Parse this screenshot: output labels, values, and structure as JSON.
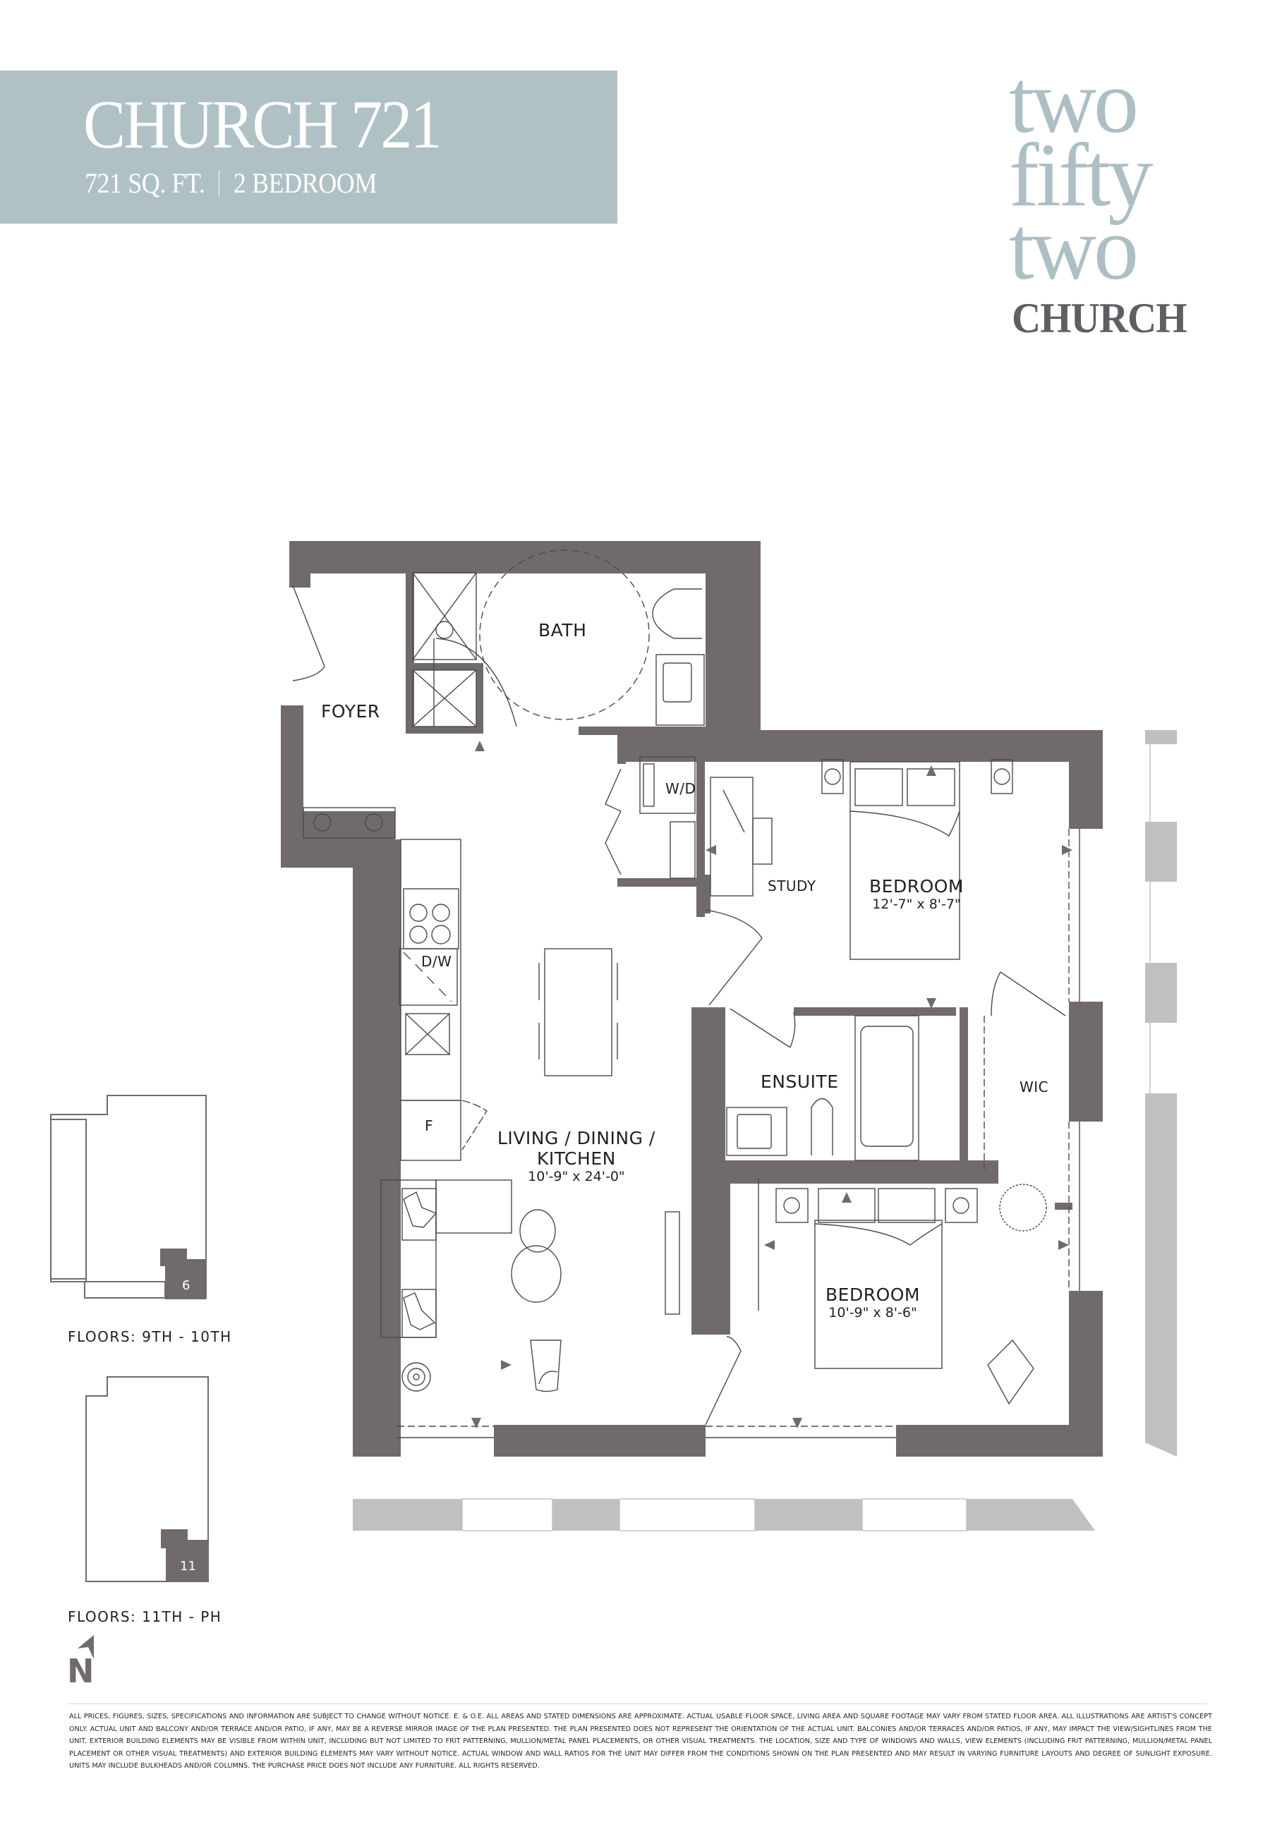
{
  "header": {
    "unit_name": "CHURCH 721",
    "area": "721 SQ. FT.",
    "bedrooms": "2 BEDROOM"
  },
  "logo": {
    "line1": "two",
    "line2": "fifty",
    "line3": "two",
    "line4": "CHURCH"
  },
  "colors": {
    "banner": "#b0c1c6",
    "logo_light": "#adbfc5",
    "logo_dark": "#5e5f62",
    "wall": "#706b6a",
    "elevation": "#c0c0c0"
  },
  "rooms": {
    "foyer": {
      "label": "FOYER"
    },
    "bath": {
      "label": "BATH"
    },
    "wd": {
      "label": "W/D"
    },
    "study": {
      "label": "STUDY"
    },
    "bedroom1": {
      "label": "BEDROOM",
      "dims": "12'-7\" x 8'-7\""
    },
    "dw": {
      "label": "D/W"
    },
    "fridge": {
      "label": "F"
    },
    "ensuite": {
      "label": "ENSUITE"
    },
    "wic": {
      "label": "WIC"
    },
    "living": {
      "label_line1": "LIVING / DINING /",
      "label_line2": "KITCHEN",
      "dims": "10'-9\" x 24'-0\""
    },
    "bedroom2": {
      "label": "BEDROOM",
      "dims": "10'-9\" x 8'-6\""
    }
  },
  "keyplans": [
    {
      "unit_number": "6",
      "label": "FLOORS: 9TH - 10TH"
    },
    {
      "unit_number": "11",
      "label": "FLOORS: 11TH - PH"
    }
  ],
  "north_label": "N",
  "disclaimer": "ALL PRICES, FIGURES, SIZES, SPECIFICATIONS AND INFORMATION ARE SUBJECT TO CHANGE WITHOUT NOTICE. E. & O.E. ALL AREAS AND STATED DIMENSIONS ARE APPROXIMATE. ACTUAL USABLE FLOOR SPACE, LIVING AREA AND SQUARE FOOTAGE MAY VARY FROM STATED FLOOR AREA. ALL ILLUSTRATIONS ARE ARTIST'S CONCEPT ONLY. ACTUAL UNIT AND BALCONY AND/OR TERRACE AND/OR PATIO, IF ANY, MAY BE A REVERSE MIRROR IMAGE OF THE PLAN PRESENTED. THE PLAN PRESENTED DOES NOT REPRESENT THE ORIENTATION OF THE ACTUAL UNIT. BALCONIES AND/OR TERRACES AND/OR PATIOS, IF ANY, MAY IMPACT THE VIEW/SIGHTLINES FROM THE UNIT. EXTERIOR BUILDING ELEMENTS MAY BE VISIBLE FROM WITHIN UNIT, INCLUDING BUT NOT LIMITED TO FRIT PATTERNING, MULLION/METAL PANEL PLACEMENTS, OR OTHER VISUAL TREATMENTS. THE LOCATION, SIZE AND TYPE OF WINDOWS AND WALLS, VIEW ELEMENTS (INCLUDING FRIT PATTERNING, MULLION/METAL PANEL PLACEMENT OR OTHER VISUAL TREATMENTS) AND EXTERIOR BUILDING ELEMENTS MAY VARY WITHOUT NOTICE. ACTUAL WINDOW AND WALL RATIOS FOR THE UNIT MAY DIFFER FROM THE CONDITIONS SHOWN ON THE PLAN PRESENTED AND MAY RESULT IN VARYING FURNITURE LAYOUTS AND DEGREE OF SUNLIGHT EXPOSURE. UNITS MAY INCLUDE BULKHEADS AND/OR COLUMNS. THE PURCHASE PRICE DOES NOT INCLUDE ANY FURNITURE. ALL RIGHTS RESERVED."
}
